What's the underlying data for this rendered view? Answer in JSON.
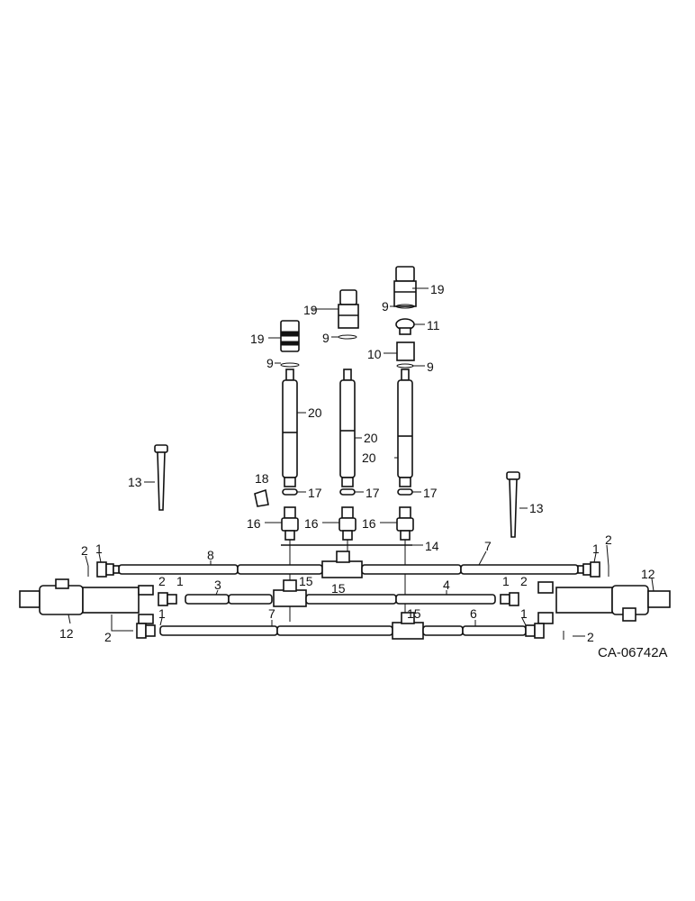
{
  "diagram": {
    "drawing_code": "CA-06742A",
    "callouts": {
      "c19a": "19",
      "c9a": "9",
      "c19b": "19",
      "c9b": "9",
      "c19c": "19",
      "c9c": "9",
      "c11": "11",
      "c10": "10",
      "c9d": "9",
      "c20a": "20",
      "c20b": "20",
      "c20c": "20",
      "c18": "18",
      "c13a": "13",
      "c13b": "13",
      "c17a": "17",
      "c17b": "17",
      "c17c": "17",
      "c16a": "16",
      "c16b": "16",
      "c16c": "16",
      "c14": "14",
      "c2a": "2",
      "c1a": "1",
      "c8": "8",
      "c7a": "7",
      "c1b": "1",
      "c2b": "2",
      "c12b": "12",
      "c2c": "2",
      "c1c": "1",
      "c3": "3",
      "c15a": "15",
      "c15b": "15",
      "c4": "4",
      "c1d": "1",
      "c2d": "2",
      "c12a": "12",
      "c2e": "2",
      "c1e": "1",
      "c7b": "7",
      "c15c": "15",
      "c6": "6",
      "c1f": "1",
      "c2f": "2"
    }
  }
}
